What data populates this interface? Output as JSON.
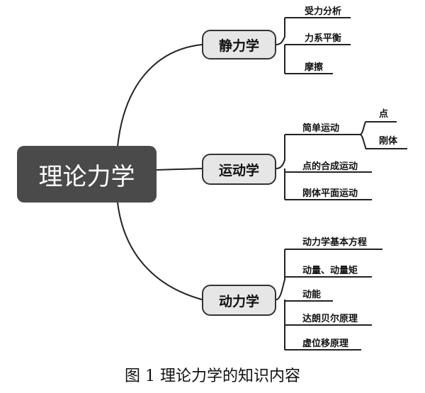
{
  "root": {
    "label": "理论力学"
  },
  "branches": {
    "statics": {
      "label": "静力学",
      "items": [
        "受力分析",
        "力系平衡",
        "摩擦"
      ]
    },
    "kinematics": {
      "label": "运动学",
      "items": [
        "简单运动",
        "点的合成运动",
        "刚体平面运动"
      ],
      "simple_motion_children": [
        "点",
        "刚体"
      ]
    },
    "dynamics": {
      "label": "动力学",
      "items": [
        "动力学基本方程",
        "动量、动量矩",
        "动能",
        "达朗贝尔原理",
        "虚位移原理"
      ]
    }
  },
  "caption": "图 1  理论力学的知识内容"
}
